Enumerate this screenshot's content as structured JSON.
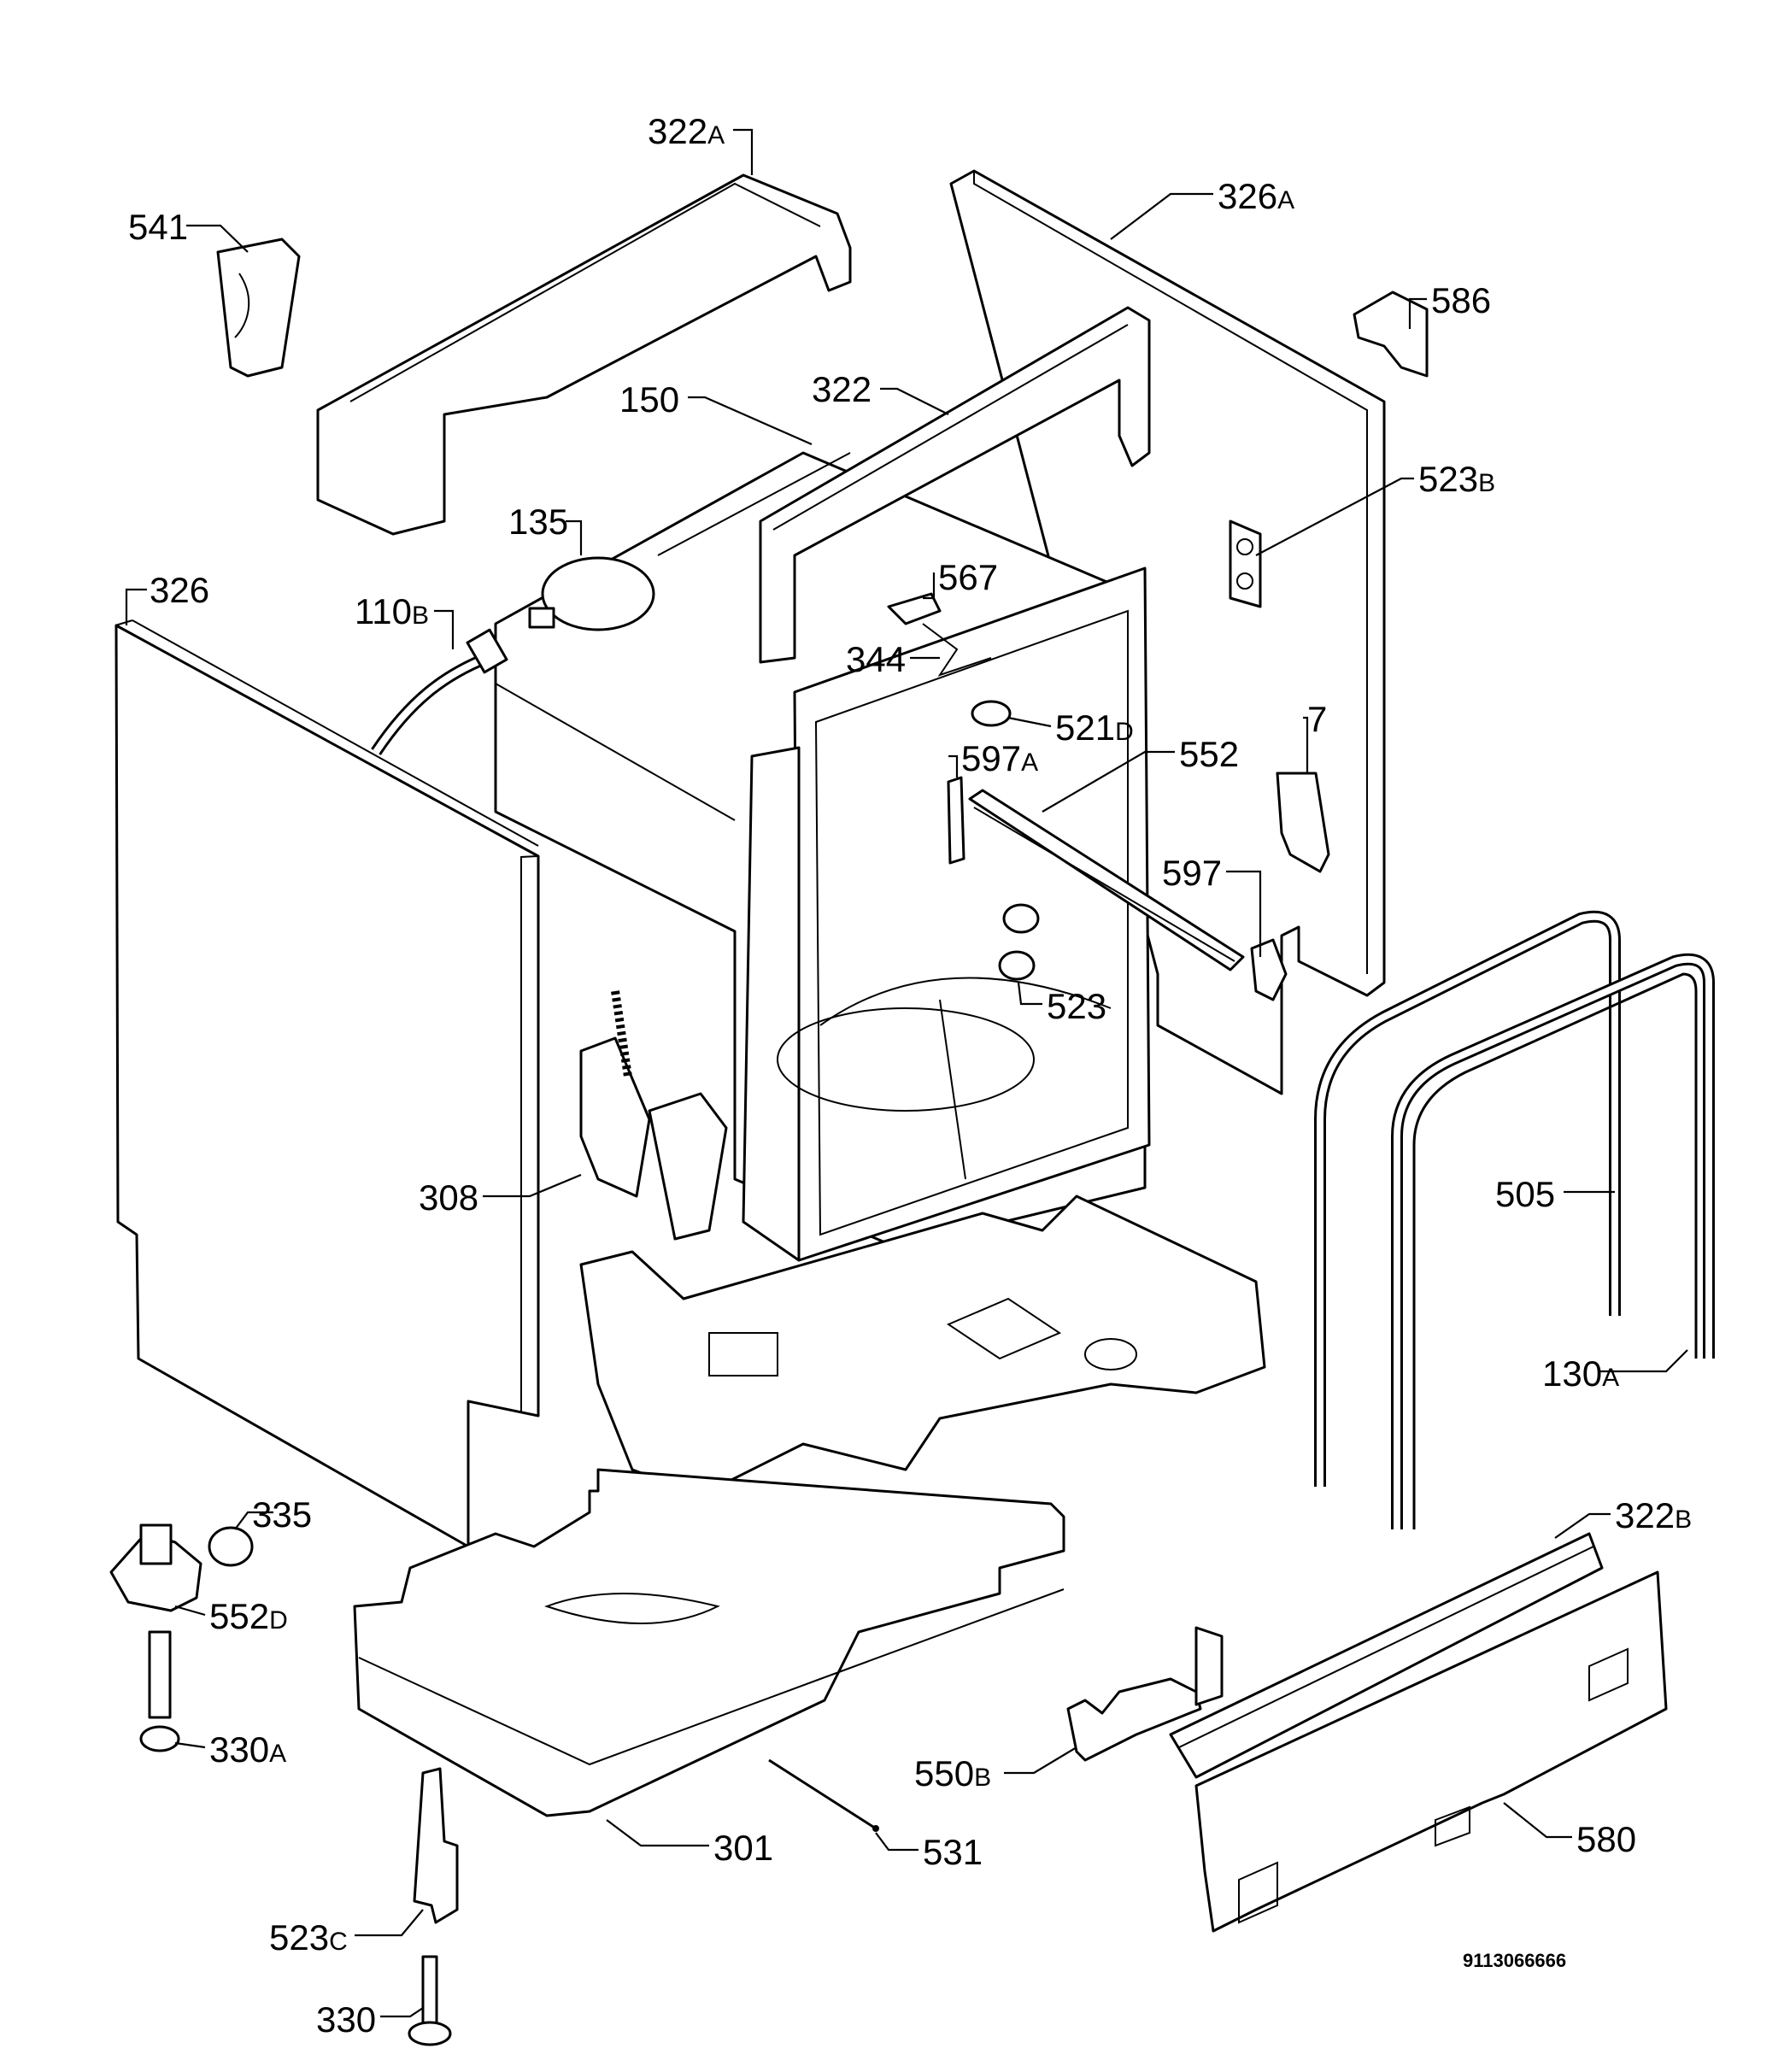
{
  "drawing_code": "9113066666",
  "callouts": [
    {
      "id": "c322A",
      "num": "322",
      "suffix": "A"
    },
    {
      "id": "c541",
      "num": "541",
      "suffix": ""
    },
    {
      "id": "c326A",
      "num": "326",
      "suffix": "A"
    },
    {
      "id": "c586",
      "num": "586",
      "suffix": ""
    },
    {
      "id": "c150",
      "num": "150",
      "suffix": ""
    },
    {
      "id": "c322",
      "num": "322",
      "suffix": ""
    },
    {
      "id": "c523B",
      "num": "523",
      "suffix": "B"
    },
    {
      "id": "c135",
      "num": "135",
      "suffix": ""
    },
    {
      "id": "c567",
      "num": "567",
      "suffix": ""
    },
    {
      "id": "c326",
      "num": "326",
      "suffix": ""
    },
    {
      "id": "c110B",
      "num": "110",
      "suffix": "B"
    },
    {
      "id": "c344",
      "num": "344",
      "suffix": ""
    },
    {
      "id": "c521D",
      "num": "521",
      "suffix": "D"
    },
    {
      "id": "c7",
      "num": "7",
      "suffix": ""
    },
    {
      "id": "c597A",
      "num": "597",
      "suffix": "A"
    },
    {
      "id": "c552",
      "num": "552",
      "suffix": ""
    },
    {
      "id": "c597",
      "num": "597",
      "suffix": ""
    },
    {
      "id": "c523",
      "num": "523",
      "suffix": ""
    },
    {
      "id": "c308",
      "num": "308",
      "suffix": ""
    },
    {
      "id": "c505",
      "num": "505",
      "suffix": ""
    },
    {
      "id": "c130A",
      "num": "130",
      "suffix": "A"
    },
    {
      "id": "c335",
      "num": "335",
      "suffix": ""
    },
    {
      "id": "c322B",
      "num": "322",
      "suffix": "B"
    },
    {
      "id": "c552D",
      "num": "552",
      "suffix": "D"
    },
    {
      "id": "c330A",
      "num": "330",
      "suffix": "A"
    },
    {
      "id": "c550B",
      "num": "550",
      "suffix": "B"
    },
    {
      "id": "c301",
      "num": "301",
      "suffix": ""
    },
    {
      "id": "c531",
      "num": "531",
      "suffix": ""
    },
    {
      "id": "c580",
      "num": "580",
      "suffix": ""
    },
    {
      "id": "c523C",
      "num": "523",
      "suffix": "C"
    },
    {
      "id": "c330",
      "num": "330",
      "suffix": ""
    }
  ]
}
